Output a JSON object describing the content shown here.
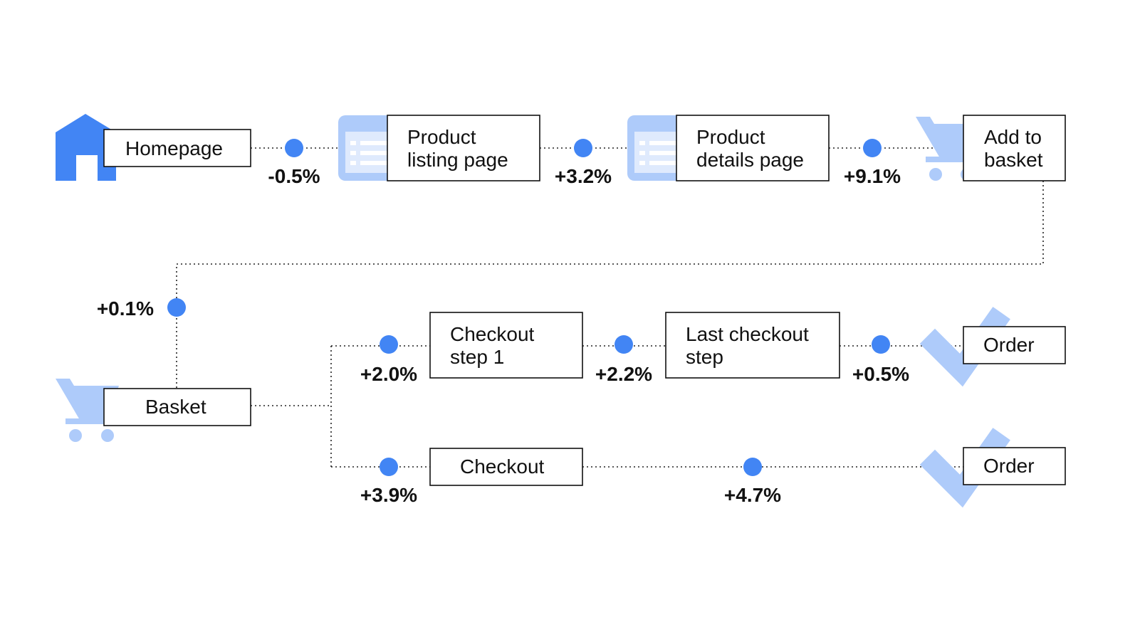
{
  "colors": {
    "dot": "#4285f4",
    "icon_dark": "#4285f4",
    "icon_light": "#aecbfa"
  },
  "nodes": {
    "homepage": {
      "lines": [
        "Homepage"
      ],
      "icon": "house-icon"
    },
    "product_listing": {
      "lines": [
        "Product",
        "listing page"
      ],
      "icon": "page-list-icon"
    },
    "product_details": {
      "lines": [
        "Product",
        "details page"
      ],
      "icon": "page-list-icon"
    },
    "add_to_basket": {
      "lines": [
        "Add to",
        "basket"
      ],
      "icon": "cart-icon"
    },
    "basket": {
      "lines": [
        "Basket"
      ],
      "icon": "cart-icon"
    },
    "checkout_step_1": {
      "lines": [
        "Checkout",
        "step 1"
      ]
    },
    "last_checkout_step": {
      "lines": [
        "Last checkout",
        "step"
      ]
    },
    "order_top": {
      "lines": [
        "Order"
      ],
      "icon": "checkmark-icon"
    },
    "checkout": {
      "lines": [
        "Checkout"
      ]
    },
    "order_bottom": {
      "lines": [
        "Order"
      ],
      "icon": "checkmark-icon"
    }
  },
  "changes": {
    "homepage_to_listing": "-0.5%",
    "listing_to_details": "+3.2%",
    "details_to_add": "+9.1%",
    "add_to_basket": "+0.1%",
    "basket_to_step1": "+2.0%",
    "step1_to_last": "+2.2%",
    "last_to_order": "+0.5%",
    "basket_to_checkout": "+3.9%",
    "checkout_to_order": "+4.7%"
  }
}
